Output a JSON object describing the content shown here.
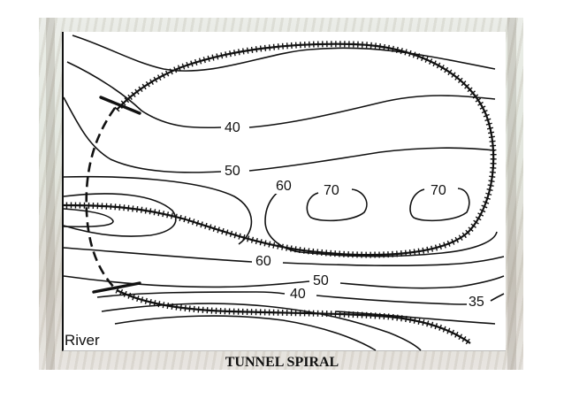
{
  "diagram": {
    "caption": "TUNNEL SPIRAL",
    "river_label": "River",
    "contour_labels": [
      "40",
      "50",
      "60",
      "70",
      "70",
      "60",
      "50",
      "40",
      "35"
    ]
  }
}
